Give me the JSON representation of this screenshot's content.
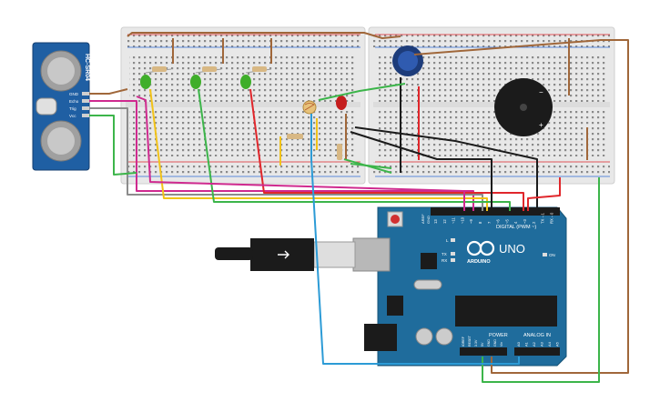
{
  "sensor": {
    "name": "HC-SR04",
    "pins": [
      "GND",
      "Echo",
      "Trig",
      "Vcc"
    ]
  },
  "arduino": {
    "model": "UNO",
    "brand": "ARDUINO",
    "digital_label": "DIGITAL (PWM ~)",
    "power_label": "POWER",
    "analog_label": "ANALOG IN",
    "on_label": "ON",
    "l_label": "L",
    "tx_label": "TX",
    "rx_label": "RX",
    "digital_pins": [
      "13",
      "12",
      "~11",
      "~10",
      "~9",
      "8",
      "7",
      "~6",
      "~5",
      "4",
      "~3",
      "2",
      "TX→1",
      "RX←0"
    ],
    "power_pins": [
      "IOREF",
      "RESET",
      "3.3V",
      "5V",
      "GND",
      "GND",
      "Vin"
    ],
    "analog_pins": [
      "A0",
      "A1",
      "A2",
      "A3",
      "A4",
      "A5"
    ],
    "top_left_pins": [
      "AREF",
      "GND"
    ]
  },
  "colors": {
    "board_blue": "#1f6c9c",
    "wire_red": "#e0262b",
    "wire_green": "#3cb54a",
    "wire_yellow": "#f2c318",
    "wire_pink": "#cf2a8f",
    "wire_blue": "#2c9bd6",
    "wire_black": "#222222",
    "wire_brown": "#a0673a",
    "wire_gray": "#8c8c8c"
  }
}
